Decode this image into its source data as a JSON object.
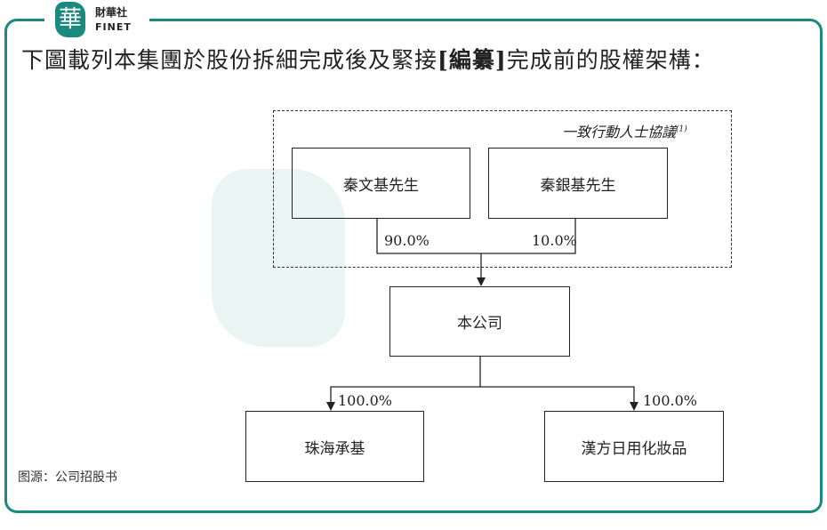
{
  "logo": {
    "chinese": "財華社",
    "english": "FINET",
    "mark": "華"
  },
  "title": {
    "prefix": "下圖載列本集團於股份拆細完成後及緊接",
    "bold": "[編纂]",
    "suffix": "完成前的股權架構："
  },
  "agreement": {
    "label": "一致行動人士協議",
    "note": "(1)"
  },
  "shareholders": [
    {
      "name": "秦文基先生",
      "percent": "90.0%"
    },
    {
      "name": "秦銀基先生",
      "percent": "10.0%"
    }
  ],
  "company": "本公司",
  "subsidiaries": [
    {
      "name": "珠海承基",
      "percent": "100.0%"
    },
    {
      "name": "漢方日用化妝品",
      "percent": "100.0%"
    }
  ],
  "source": "图源：公司招股书",
  "colors": {
    "brand": "#1a8a7e"
  }
}
